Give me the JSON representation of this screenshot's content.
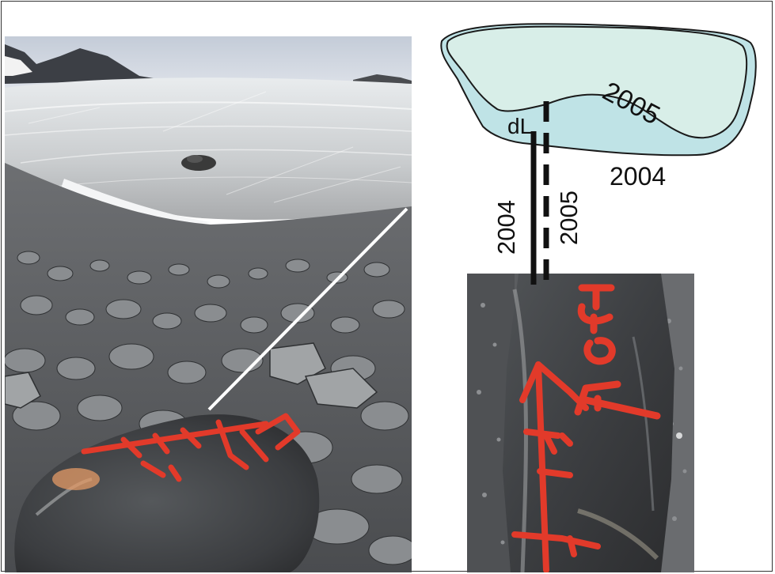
{
  "figure": {
    "glacier_label_2005": "2005",
    "glacier_label_2004": "2004",
    "distance_label": "dL",
    "line_label_2004": "2004",
    "line_label_2005": "2005"
  },
  "colors": {
    "glacier_2004_fill": "#bfe3e6",
    "glacier_2005_fill": "#d8eee8",
    "paint_red": "#e23a2a",
    "rock_dark": "#3a3c3e"
  },
  "photos": {
    "left": "glacier-front-with-marked-boulder",
    "right": "marked-boulder-closeup"
  }
}
